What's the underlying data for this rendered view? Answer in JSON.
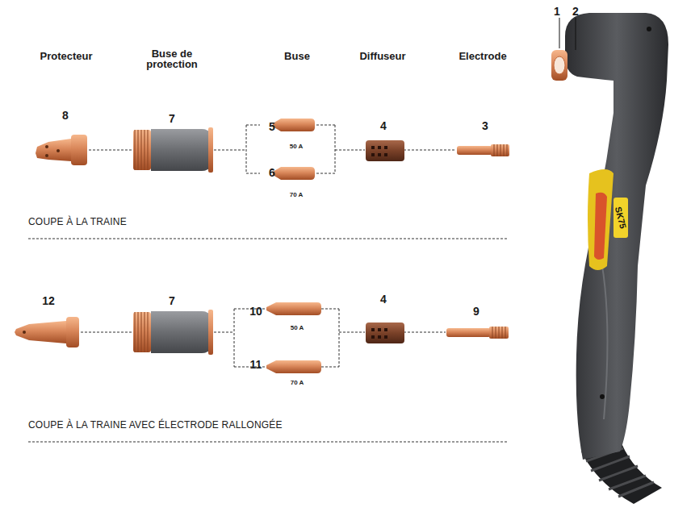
{
  "diagram": {
    "labels": [
      "1",
      "2",
      "Protecteur",
      "Buse de protection",
      "Buse",
      "Diffuseur",
      "Electrode",
      "8",
      "7",
      "5",
      "50 A",
      "6",
      "70 A",
      "4",
      "3",
      "SK75",
      "COUPE À LA TRAINE",
      "12",
      "7",
      "10",
      "50 A",
      "11",
      "70 A",
      "4",
      "9",
      "COUPE À LA TRAINE AVEC ÉLECTRODE RALLONGÉE"
    ]
  }
}
